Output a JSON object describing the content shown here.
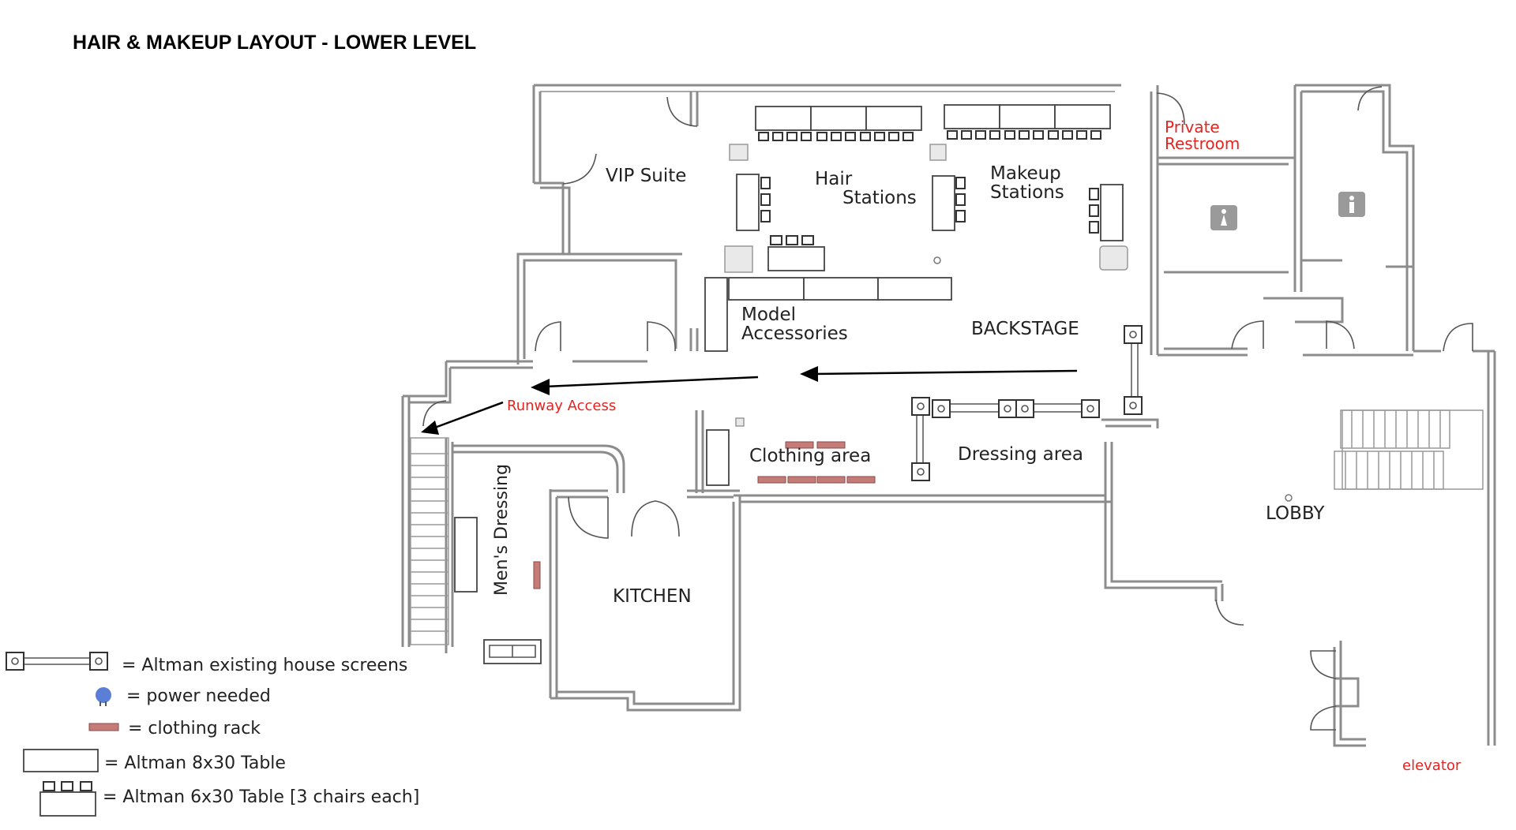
{
  "title": "HAIR & MAKEUP LAYOUT - LOWER LEVEL",
  "rooms": {
    "vip_suite": "VIP Suite",
    "hair_line1": "Hair",
    "hair_line2": "Stations",
    "makeup_line1": "Makeup",
    "makeup_line2": "Stations",
    "model_line1": "Model",
    "model_line2": "Accessories",
    "backstage": "BACKSTAGE",
    "clothing": "Clothing area",
    "dressing": "Dressing area",
    "mens_dressing": "Men's Dressing",
    "kitchen": "KITCHEN",
    "lobby": "LOBBY"
  },
  "red_labels": {
    "private_line1": "Private",
    "private_line2": "Restroom",
    "runway_access": "Runway Access",
    "elevator": "elevator"
  },
  "legend": {
    "screens": "= Altman existing house screens",
    "power": "= power needed",
    "rack": "= clothing rack",
    "table_8x30": "= Altman 8x30 Table",
    "table_6x30": "= Altman 6x30 Table [3 chairs each]"
  },
  "colors": {
    "red_label": "#e8231f",
    "rack": "#c57c79",
    "power": "#5b7fd6",
    "wall": "#8c8c8c"
  }
}
